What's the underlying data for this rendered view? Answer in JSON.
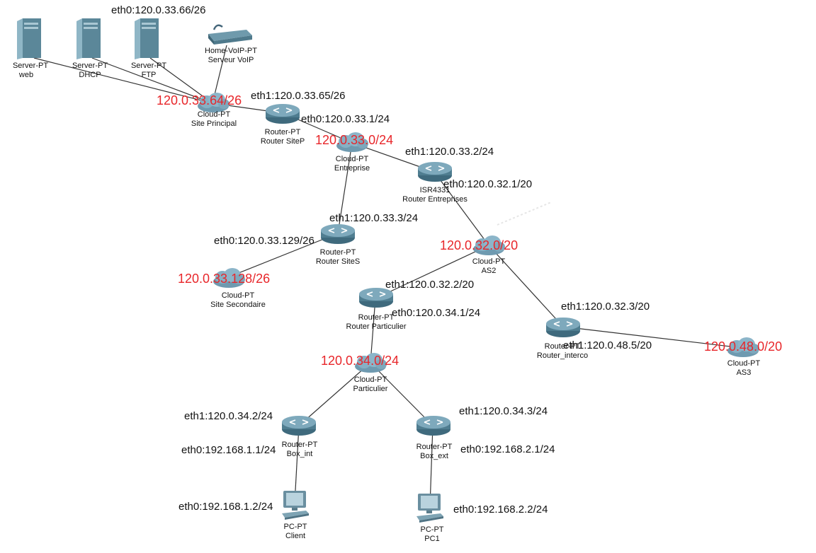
{
  "colors": {
    "network_label": "#e8262a",
    "link": "#333333",
    "router_body": "#5d8fa6",
    "cloud_body": "#7fa9bf",
    "server_body": "#6f9aac"
  },
  "devices": {
    "server_web": {
      "icon": "server-icon",
      "type": "Server-PT",
      "name": "web"
    },
    "server_dhcp": {
      "icon": "server-icon",
      "type": "Server-PT",
      "name": "DHCP"
    },
    "server_ftp": {
      "icon": "server-icon",
      "type": "Server-PT",
      "name": "FTP"
    },
    "voip": {
      "icon": "voip-device-icon",
      "type": "Home-VoIP-PT",
      "name": "Serveur VoIP"
    },
    "cloud_site_principal": {
      "icon": "cloud-icon",
      "type": "Cloud-PT",
      "name": "Site Principal"
    },
    "router_sitep": {
      "icon": "router-icon",
      "type": "Router-PT",
      "name": "Router SiteP"
    },
    "cloud_entreprise": {
      "icon": "cloud-icon",
      "type": "Cloud-PT",
      "name": "Entreprise"
    },
    "router_entreprises": {
      "icon": "router-icon",
      "type": "ISR4331",
      "name": "Router Entreprises"
    },
    "router_sites": {
      "icon": "router-icon",
      "type": "Router-PT",
      "name": "Router SiteS"
    },
    "cloud_site_secondaire": {
      "icon": "cloud-icon",
      "type": "Cloud-PT",
      "name": "Site Secondaire"
    },
    "cloud_as2": {
      "icon": "cloud-icon",
      "type": "Cloud-PT",
      "name": "AS2"
    },
    "router_particulier": {
      "icon": "router-icon",
      "type": "Router-PT",
      "name": "Router Particulier"
    },
    "router_interco": {
      "icon": "router-icon",
      "type": "Router-PT",
      "name": "Router_interco"
    },
    "cloud_as3": {
      "icon": "cloud-icon",
      "type": "Cloud-PT",
      "name": "AS3"
    },
    "cloud_particulier": {
      "icon": "cloud-icon",
      "type": "Cloud-PT",
      "name": "Particulier"
    },
    "box_int": {
      "icon": "router-icon",
      "type": "Router-PT",
      "name": "Box_int"
    },
    "box_ext": {
      "icon": "router-icon",
      "type": "Router-PT",
      "name": "Box_ext"
    },
    "pc_client": {
      "icon": "pc-icon",
      "type": "PC-PT",
      "name": "Client"
    },
    "pc_pc1": {
      "icon": "pc-icon",
      "type": "PC-PT",
      "name": "PC1"
    }
  },
  "interfaces": {
    "ftp_eth0": "eth0:120.0.33.66/26",
    "sitep_eth1": "eth1:120.0.33.65/26",
    "sitep_eth0": "eth0:120.0.33.1/24",
    "entreprises_eth1": "eth1:120.0.33.2/24",
    "entreprises_eth0": "eth0:120.0.32.1/20",
    "sites_eth1": "eth1:120.0.33.3/24",
    "sites_eth0": "eth0:120.0.33.129/26",
    "particulier_eth1": "eth1:120.0.32.2/20",
    "particulier_eth0": "eth0:120.0.34.1/24",
    "interco_eth1_as2": "eth1:120.0.32.3/20",
    "interco_eth1_as3": "eth1:120.0.48.5/20",
    "boxint_eth1": "eth1:120.0.34.2/24",
    "boxint_eth0": "eth0:192.168.1.1/24",
    "boxext_eth1": "eth1:120.0.34.3/24",
    "boxext_eth0": "eth0:192.168.2.1/24",
    "client_eth0": "eth0:192.168.1.2/24",
    "pc1_eth0": "eth0:192.168.2.2/24"
  },
  "networks": {
    "site_principal": "120.0.33.64/26",
    "entreprise": "120.0.33.0/24",
    "as2": "120.0.32.0/20",
    "site_secondaire": "120.0.33.128/26",
    "particulier": "120.0.34.0/24",
    "as3": "120.0.48.0/20"
  }
}
